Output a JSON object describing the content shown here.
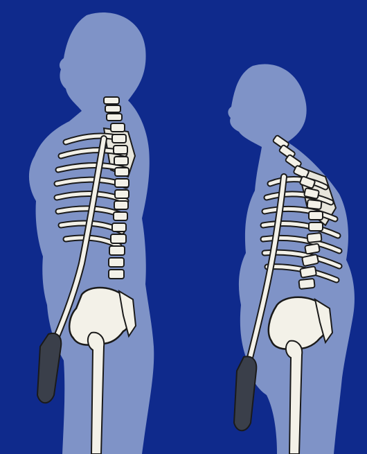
{
  "image": {
    "subject": "posture-comparison-illustration",
    "palette": {
      "background": "#0f2a8c",
      "body_silhouette": "#7f93c7",
      "bone_fill": "#f3f1e8",
      "bone_outline": "#1a1a1a",
      "bone_shadow": "#555b66"
    },
    "figures": [
      {
        "id": "upright-figure",
        "posture": "upright"
      },
      {
        "id": "stooped-figure",
        "posture": "stooped"
      }
    ]
  }
}
